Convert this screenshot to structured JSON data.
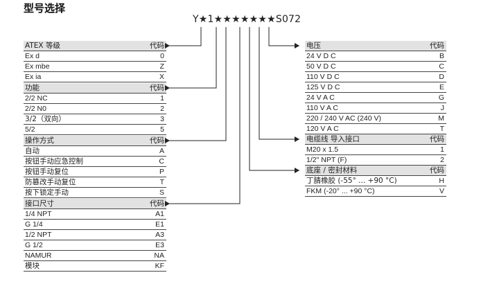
{
  "title": "型号选择",
  "model_code": "Y★1★★★★★★★S072",
  "tables": {
    "atex": {
      "header": {
        "label": "ATEX 等级",
        "code": "代码"
      },
      "rows": [
        {
          "label": "Ex d",
          "code": "0"
        },
        {
          "label": "Ex mbe",
          "code": "Z"
        },
        {
          "label": "Ex ia",
          "code": "X"
        }
      ]
    },
    "function": {
      "header": {
        "label": "功能",
        "code": "代码"
      },
      "rows": [
        {
          "label": "2/2 NC",
          "code": "1"
        },
        {
          "label": "2/2 N0",
          "code": "2"
        },
        {
          "label": "3/2（双向）",
          "code": "3"
        },
        {
          "label": "5/2",
          "code": "5"
        }
      ]
    },
    "operation": {
      "header": {
        "label": "操作方式",
        "code": "代码"
      },
      "rows": [
        {
          "label": "自动",
          "code": "A"
        },
        {
          "label": "按钮手动应急控制",
          "code": "C"
        },
        {
          "label": "按钮手动复位",
          "code": "P"
        },
        {
          "label": "防篡改手动复位",
          "code": "T"
        },
        {
          "label": "按下锁定手动",
          "code": "S"
        }
      ]
    },
    "port": {
      "header": {
        "label": "接口尺寸",
        "code": "代码"
      },
      "rows": [
        {
          "label": "1/4 NPT",
          "code": "A1"
        },
        {
          "label": "G 1/4",
          "code": "E1"
        },
        {
          "label": "1/2 NPT",
          "code": "A3"
        },
        {
          "label": "G 1/2",
          "code": "E3"
        },
        {
          "label": "NAMUR",
          "code": "NA"
        },
        {
          "label": "模块",
          "code": "KF"
        }
      ]
    },
    "voltage": {
      "header": {
        "label": "电压",
        "code": "代码"
      },
      "rows": [
        {
          "label": "24 V D C",
          "code": "B"
        },
        {
          "label": "50 V D C",
          "code": "C"
        },
        {
          "label": "110 V D C",
          "code": "D"
        },
        {
          "label": "125 V D C",
          "code": "E"
        },
        {
          "label": "24 V A C",
          "code": "G"
        },
        {
          "label": "110 V A C",
          "code": "J"
        },
        {
          "label": "220 / 240 V AC (240 V)",
          "code": "M"
        },
        {
          "label": "120 V A C",
          "code": "T"
        }
      ]
    },
    "cable": {
      "header": {
        "label": "电缆线 导入接口",
        "code": "代码"
      },
      "rows": [
        {
          "label": "M20 x 1.5",
          "code": "1"
        },
        {
          "label": "1/2\" NPT (F)",
          "code": "2"
        }
      ]
    },
    "seal": {
      "header": {
        "label": "底座 / 密封材料",
        "code": "代码"
      },
      "rows": [
        {
          "label": "丁腈橡胶 (-55° ... +90 °C)",
          "code": "H"
        },
        {
          "label": "FKM (-20° ... +90 °C)",
          "code": "V"
        }
      ]
    }
  }
}
